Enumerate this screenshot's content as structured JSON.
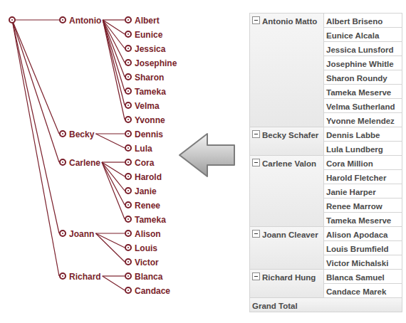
{
  "diagram": {
    "nodes": [
      {
        "text": [
          "Antonio"
        ]
      },
      {
        "text": [
          "Albert"
        ]
      },
      {
        "text": [
          "Eunice"
        ]
      },
      {
        "text": [
          "Jessica"
        ]
      },
      {
        "text": [
          "Josephine"
        ]
      },
      {
        "text": [
          "Sharon"
        ]
      },
      {
        "text": [
          "Tameka"
        ]
      },
      {
        "text": [
          "Velma"
        ]
      },
      {
        "text": [
          "Yvonne"
        ]
      },
      {
        "text": [
          "Becky"
        ]
      },
      {
        "text": [
          "Dennis"
        ]
      },
      {
        "text": [
          "Lula"
        ]
      },
      {
        "text": [
          "Carlene"
        ]
      },
      {
        "text": [
          "Cora"
        ]
      },
      {
        "text": [
          "Harold"
        ]
      },
      {
        "text": [
          "Janie"
        ]
      },
      {
        "text": [
          "Renee"
        ]
      },
      {
        "text": [
          "Tameka"
        ]
      },
      {
        "text": [
          "Joann"
        ]
      },
      {
        "text": [
          "Alison"
        ]
      },
      {
        "text": [
          "Louis"
        ]
      },
      {
        "text": [
          "Victor"
        ]
      },
      {
        "text": [
          "Richard"
        ]
      },
      {
        "text": [
          "Blanca"
        ]
      },
      {
        "text": [
          "Candace"
        ]
      }
    ],
    "edges": [
      {
        "from": 0,
        "to": 1,
        "arrow": "none"
      },
      {
        "from": 0,
        "to": 2,
        "arrow": "none"
      },
      {
        "from": 0,
        "to": 3,
        "arrow": "none"
      },
      {
        "from": 0,
        "to": 4,
        "arrow": "none"
      },
      {
        "from": 0,
        "to": 5,
        "arrow": "none"
      },
      {
        "from": 0,
        "to": 6,
        "arrow": "none"
      },
      {
        "from": 0,
        "to": 7,
        "arrow": "none"
      },
      {
        "from": 0,
        "to": 8,
        "arrow": "none"
      },
      {
        "from": 9,
        "to": 10,
        "arrow": "none"
      },
      {
        "from": 9,
        "to": 11,
        "arrow": "none"
      },
      {
        "from": 12,
        "to": 13,
        "arrow": "none"
      },
      {
        "from": 12,
        "to": 14,
        "arrow": "none"
      },
      {
        "from": 12,
        "to": 15,
        "arrow": "none"
      },
      {
        "from": 12,
        "to": 16,
        "arrow": "none"
      },
      {
        "from": 12,
        "to": 17,
        "arrow": "none"
      },
      {
        "from": 18,
        "to": 19,
        "arrow": "none"
      },
      {
        "from": 18,
        "to": 20,
        "arrow": "none"
      },
      {
        "from": 18,
        "to": 21,
        "arrow": "none"
      },
      {
        "from": 22,
        "to": 23,
        "arrow": "none"
      },
      {
        "from": 22,
        "to": 24,
        "arrow": "none"
      }
    ],
    "labels": [
      "Antonio Matto",
      "Albert Briseno",
      "Eunice Alcala",
      "Jessica Lunsford",
      "Josephine Whitle",
      "Sharon Roundy",
      "Tameka Meserve",
      "Velma Sutherland",
      "Yvonne Melendez",
      "Becky Schafer",
      "Dennis Labbe",
      "Lula Lundberg",
      "Carlene Valon",
      "Cora Million",
      "Harold Fletcher",
      "Janie Harper",
      "Renee Marrow",
      "Tameka Meserve",
      "Joann Cleaver",
      "Alison Apodaca",
      "Louis Brumfield",
      "Victor Michalski",
      "Richard Hung",
      "Blanca Samuel",
      "Candace Marek",
      "Grand Total"
    ]
  }
}
